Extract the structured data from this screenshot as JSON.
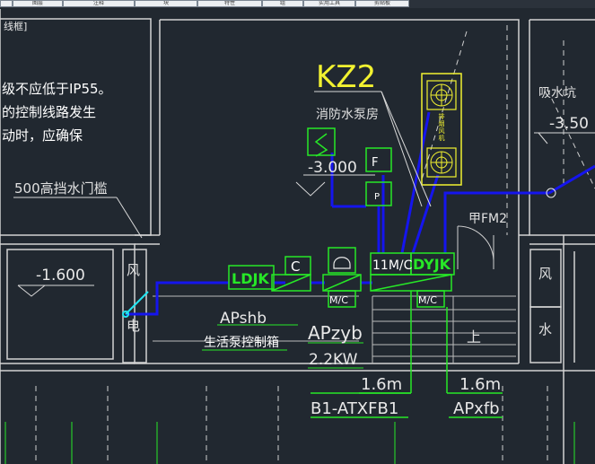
{
  "window": {
    "tabs": [
      "",
      "图层",
      "注释",
      "块",
      "特性",
      "组",
      "实用工具",
      "剪贴板"
    ]
  },
  "drawing": {
    "frame_label": "线框]",
    "note_lines": [
      "级不应低于IP55。",
      "的控制线路发生",
      "动时，应确保"
    ],
    "threshold_label": "500高挡水门槛",
    "level_left": "-1.600",
    "level_pump_room": "-3.000",
    "level_right": "-3.50",
    "sump_label": "吸水坑",
    "cabinet_id": "KZ2",
    "room_label": "消防水泵房",
    "door_label": "甲FM2",
    "wind_label_1": "风",
    "wind_label_2": "风",
    "power_label": "电",
    "water_label": "水",
    "up_label": "上",
    "block_S": "S",
    "block_F": "F",
    "block_P": "P",
    "block_LDJK": "LDJK",
    "block_C": "C",
    "block_11MC": "11M/C",
    "block_DYJK": "DYJK",
    "block_MC_1": "M/C",
    "block_MC_2": "M/C",
    "panel_vertical_text": "排烟风机",
    "label_APshb": "APshb",
    "label_life_pump": "生活泵控制箱",
    "label_APzyb": "APzyb",
    "label_power": "2.2KW",
    "label_height_1": "1.6m",
    "label_height_2": "1.6m",
    "label_B1": "B1-ATXFB1",
    "label_APxfb": "APxfb"
  },
  "colors": {
    "background": "#212830",
    "wall": "#d3d3d3",
    "device": "#27e827",
    "cable": "#1515ee",
    "annotation": "#f2f230",
    "text": "#e8e8e8"
  }
}
